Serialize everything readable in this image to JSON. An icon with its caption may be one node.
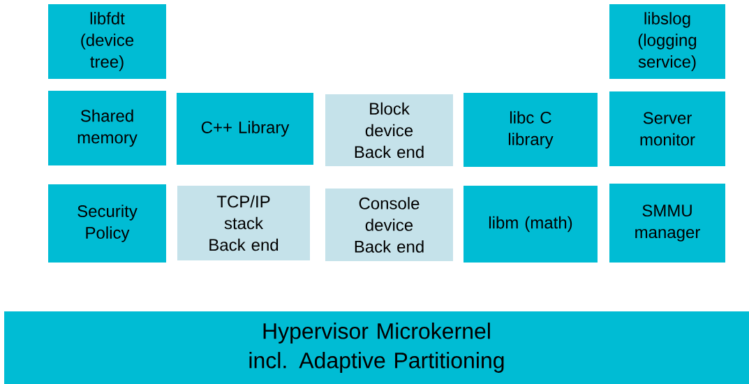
{
  "diagram": {
    "nodes": [
      {
        "text": [
          "libfdt (device tree)"
        ]
      },
      {
        "text": [
          "libslog (logging service)"
        ]
      },
      {
        "text": [
          "Shared memory"
        ]
      },
      {
        "text": [
          "C++ Library"
        ]
      },
      {
        "text": [
          "Block device Back end"
        ]
      },
      {
        "text": [
          "libc C library"
        ]
      },
      {
        "text": [
          "Server monitor"
        ]
      },
      {
        "text": [
          "Security Policy"
        ]
      },
      {
        "text": [
          "TCP/IP stack Back end"
        ]
      },
      {
        "text": [
          "Console device Back end"
        ]
      },
      {
        "text": [
          "libm (math)"
        ]
      },
      {
        "text": [
          "SMMU manager"
        ]
      },
      {
        "text": [
          "Hypervisor Microkernel incl. Adaptive Partitioning"
        ]
      }
    ]
  }
}
